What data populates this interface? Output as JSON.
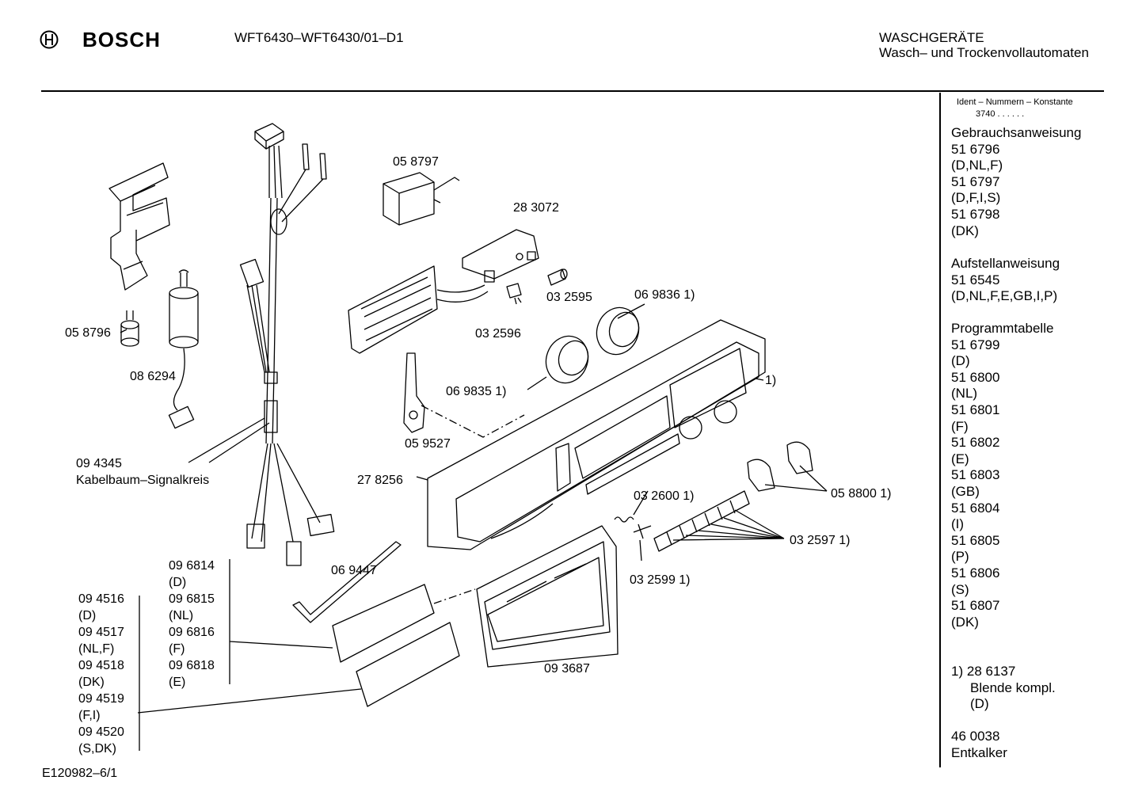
{
  "header": {
    "brand": "BOSCH",
    "model": "WFT6430–WFT6430/01–D1",
    "category": "WASCHGERÄTE",
    "subcategory": "Wasch– und Trockenvollautomaten"
  },
  "sidebar": {
    "ident_label": "Ident – Nummern – Konstante",
    "ident_value": "3740 . .  . . . .",
    "sections": [
      {
        "title": "Gebrauchsanweisung",
        "lines": [
          "51 6796",
          "(D,NL,F)",
          "51 6797",
          "(D,F,I,S)",
          "51 6798",
          "(DK)"
        ]
      },
      {
        "title": "Aufstellanweisung",
        "lines": [
          "51 6545",
          "(D,NL,F,E,GB,I,P)"
        ]
      },
      {
        "title": "Programmtabelle",
        "lines": [
          "51 6799",
          "(D)",
          "51 6800",
          "(NL)",
          "51 6801",
          "(F)",
          "51 6802",
          "(E)",
          "51 6803",
          "(GB)",
          "51 6804",
          "(I)",
          "51 6805",
          "(P)",
          "51 6806",
          "(S)",
          "51 6807",
          "(DK)"
        ]
      }
    ],
    "note": {
      "marker": "1)",
      "number": "28 6137",
      "desc": "Blende kompl.",
      "lang": "(D)"
    },
    "extra": {
      "number": "46 0038",
      "desc": "Entkalker"
    }
  },
  "parts": {
    "p058797": "05 8797",
    "p283072": "28 3072",
    "p032595": "03 2595",
    "p069836": "06 9836 1)",
    "p032596": "03 2596",
    "p058796": "05 8796",
    "p086294": "08 6294",
    "p069835": "06 9835 1)",
    "p1": "1)",
    "p059527": "05 9527",
    "p094345": "09 4345",
    "p094345_desc": "Kabelbaum–Signalkreis",
    "p278256": "27 8256",
    "p032600": "03 2600 1)",
    "p058800": "05 8800 1)",
    "p032597": "03 2597 1)",
    "p069447": "06 9447",
    "p032599": "03 2599 1)",
    "p093687": "09 3687",
    "col_left": [
      "09 4516",
      "(D)",
      "09 4517",
      "(NL,F)",
      "09 4518",
      "(DK)",
      "09 4519",
      "(F,I)",
      "09 4520",
      "(S,DK)"
    ],
    "col_right": [
      "09 6814",
      "(D)",
      "09 6815",
      "(NL)",
      "09 6816",
      "(F)",
      "09 6818",
      "(E)"
    ]
  },
  "footer": {
    "drawing_id": "E120982–6/1"
  }
}
